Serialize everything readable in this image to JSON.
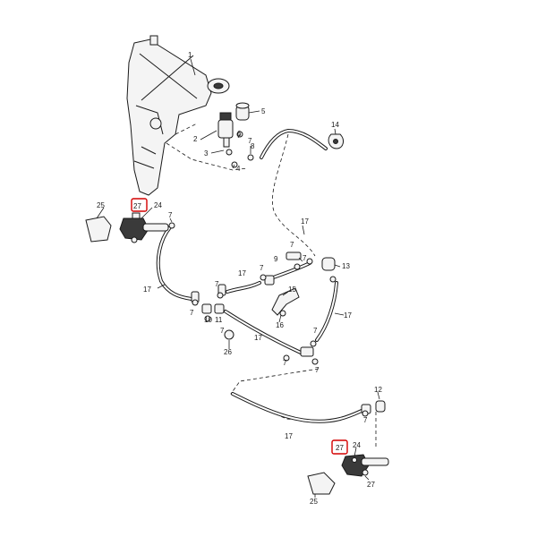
{
  "labels": {
    "p1": "1",
    "p2": "2",
    "p3": "3",
    "p4": "4",
    "p5": "5",
    "p6": "6",
    "p7": "7",
    "p8": "8",
    "p9": "9",
    "p10": "10",
    "p11": "11",
    "p12": "12",
    "p13": "13",
    "p14": "14",
    "p15": "15",
    "p16": "16",
    "p17": "17",
    "p24": "24",
    "p25": "25",
    "p26": "26",
    "p27": "27"
  },
  "colors": {
    "highlight": "#d40000",
    "line": "#1a1a1a"
  }
}
